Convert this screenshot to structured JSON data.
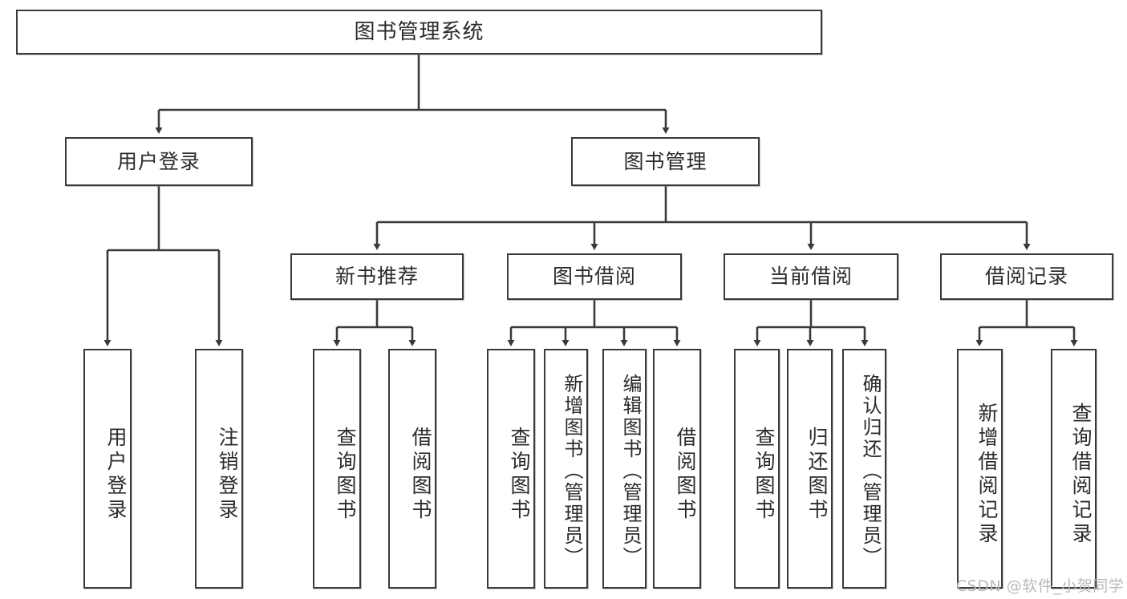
{
  "diagram": {
    "title": "图书管理系统",
    "watermark": "CSDN @软件_小贺同学",
    "colors": {
      "stroke": "#3a3a3a",
      "fill": "#ffffff",
      "text": "#2b2b2b",
      "watermark": "#b9b9b9"
    },
    "levels": {
      "root": {
        "label": "图书管理系统"
      },
      "level2": [
        {
          "id": "user-login",
          "label": "用户登录"
        },
        {
          "id": "book-manage",
          "label": "图书管理"
        }
      ],
      "level3": [
        {
          "id": "new-book-rec",
          "label": "新书推荐"
        },
        {
          "id": "book-borrow",
          "label": "图书借阅"
        },
        {
          "id": "current-borrow",
          "label": "当前借阅"
        },
        {
          "id": "borrow-record",
          "label": "借阅记录"
        }
      ],
      "leaves": [
        {
          "id": "leaf-user-login",
          "label": "用户登录",
          "parent": "user-login"
        },
        {
          "id": "leaf-logout",
          "label": "注销登录",
          "parent": "user-login"
        },
        {
          "id": "leaf-query-book-1",
          "label": "查询图书",
          "parent": "new-book-rec"
        },
        {
          "id": "leaf-borrow-book-1",
          "label": "借阅图书",
          "parent": "new-book-rec"
        },
        {
          "id": "leaf-query-book-2",
          "label": "查询图书",
          "parent": "book-borrow"
        },
        {
          "id": "leaf-add-book",
          "label": "新增图书（管理员）",
          "parent": "book-borrow"
        },
        {
          "id": "leaf-edit-book",
          "label": "编辑图书（管理员）",
          "parent": "book-borrow"
        },
        {
          "id": "leaf-borrow-book-2",
          "label": "借阅图书",
          "parent": "book-borrow"
        },
        {
          "id": "leaf-query-book-3",
          "label": "查询图书",
          "parent": "current-borrow"
        },
        {
          "id": "leaf-return-book",
          "label": "归还图书",
          "parent": "current-borrow"
        },
        {
          "id": "leaf-confirm-return",
          "label": "确认归还（管理员）",
          "parent": "current-borrow"
        },
        {
          "id": "leaf-add-record",
          "label": "新增借阅记录",
          "parent": "borrow-record"
        },
        {
          "id": "leaf-query-record",
          "label": "查询借阅记录",
          "parent": "borrow-record"
        }
      ]
    }
  }
}
